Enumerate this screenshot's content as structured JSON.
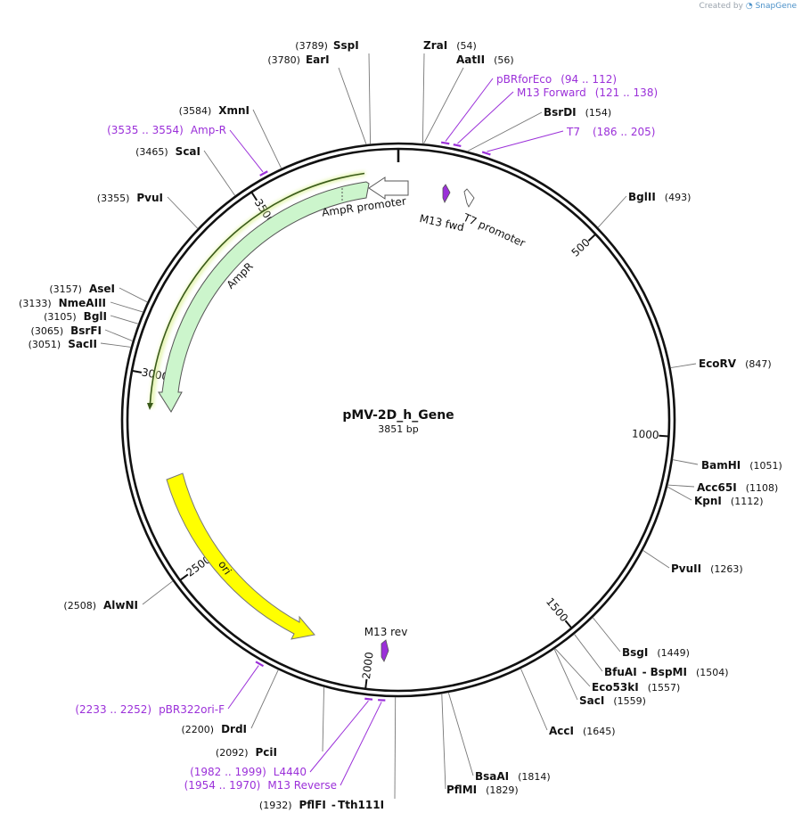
{
  "credit": {
    "prefix": "Created by",
    "brand": "SnapGene"
  },
  "plasmid": {
    "name": "pMV-2D_h_Gene",
    "length_label": "3851 bp",
    "length": 3851
  },
  "ticks": [
    {
      "bp": 500,
      "label": "500"
    },
    {
      "bp": 1000,
      "label": "1000"
    },
    {
      "bp": 1500,
      "label": "1500"
    },
    {
      "bp": 2000,
      "label": "2000"
    },
    {
      "bp": 2500,
      "label": "2500"
    },
    {
      "bp": 3000,
      "label": "3000"
    },
    {
      "bp": 3500,
      "label": "3500"
    }
  ],
  "enzymes": [
    {
      "name": "SspI",
      "pos": "(3789)",
      "bp": 3789
    },
    {
      "name": "EarI",
      "pos": "(3780)",
      "bp": 3780
    },
    {
      "name": "ZraI",
      "pos": "(54)",
      "bp": 54
    },
    {
      "name": "AatII",
      "pos": "(56)",
      "bp": 56
    },
    {
      "name": "BsrDI",
      "pos": "(154)",
      "bp": 154
    },
    {
      "name": "BglII",
      "pos": "(493)",
      "bp": 493
    },
    {
      "name": "EcoRV",
      "pos": "(847)",
      "bp": 847
    },
    {
      "name": "BamHI",
      "pos": "(1051)",
      "bp": 1051
    },
    {
      "name": "Acc65I",
      "pos": "(1108)",
      "bp": 1108
    },
    {
      "name": "KpnI",
      "pos": "(1112)",
      "bp": 1112
    },
    {
      "name": "PvuII",
      "pos": "(1263)",
      "bp": 1263
    },
    {
      "name": "BsgI",
      "pos": "(1449)",
      "bp": 1449
    },
    {
      "name": "BfuAI",
      "name2": "BspMI",
      "pos": "(1504)",
      "bp": 1504
    },
    {
      "name": "Eco53kI",
      "pos": "(1557)",
      "bp": 1557
    },
    {
      "name": "SacI",
      "pos": "(1559)",
      "bp": 1559
    },
    {
      "name": "AccI",
      "pos": "(1645)",
      "bp": 1645
    },
    {
      "name": "BsaAI",
      "pos": "(1814)",
      "bp": 1814
    },
    {
      "name": "PflMI",
      "pos": "(1829)",
      "bp": 1829
    },
    {
      "name": "PflFI",
      "name2": "Tth111I",
      "pos": "(1932)",
      "bp": 1932
    },
    {
      "name": "PciI",
      "pos": "(2092)",
      "bp": 2092
    },
    {
      "name": "DrdI",
      "pos": "(2200)",
      "bp": 2200
    },
    {
      "name": "AlwNI",
      "pos": "(2508)",
      "bp": 2508
    },
    {
      "name": "SacII",
      "pos": "(3051)",
      "bp": 3051
    },
    {
      "name": "BsrFI",
      "pos": "(3065)",
      "bp": 3065
    },
    {
      "name": "BglI",
      "pos": "(3105)",
      "bp": 3105
    },
    {
      "name": "NmeAIII",
      "pos": "(3133)",
      "bp": 3133
    },
    {
      "name": "AseI",
      "pos": "(3157)",
      "bp": 3157
    },
    {
      "name": "PvuI",
      "pos": "(3355)",
      "bp": 3355
    },
    {
      "name": "ScaI",
      "pos": "(3465)",
      "bp": 3465
    },
    {
      "name": "XmnI",
      "pos": "(3584)",
      "bp": 3584
    }
  ],
  "primers": [
    {
      "name": "pBRforEco",
      "range": "(94 .. 112)",
      "start": 94,
      "end": 112
    },
    {
      "name": "M13 Forward",
      "range": "(121 .. 138)",
      "start": 121,
      "end": 138
    },
    {
      "name": "T7",
      "range": "(186 .. 205)",
      "start": 186,
      "end": 205
    },
    {
      "name": "Amp-R",
      "range": "(3535 .. 3554)",
      "start": 3535,
      "end": 3554
    },
    {
      "name": "pBR322ori-F",
      "range": "(2233 .. 2252)",
      "start": 2233,
      "end": 2252
    },
    {
      "name": "L4440",
      "range": "(1982 .. 1999)",
      "start": 1982,
      "end": 1999
    },
    {
      "name": "M13 Reverse",
      "range": "(1954 .. 1970)",
      "start": 1954,
      "end": 1970
    }
  ],
  "features": [
    {
      "name": "AmpR promoter",
      "color": "#ffffff"
    },
    {
      "name": "AmpR",
      "color": "#ccf5cc"
    },
    {
      "name": "ori",
      "color": "#ffff00"
    },
    {
      "name": "M13 fwd",
      "color": "#9b30d9"
    },
    {
      "name": "T7 promoter",
      "color": "#ffffff"
    },
    {
      "name": "M13 rev",
      "color": "#9b30d9"
    }
  ],
  "colors": {
    "primer": "#9b30d9",
    "backbone": "#111111",
    "highlight": "#e8f7a0"
  }
}
